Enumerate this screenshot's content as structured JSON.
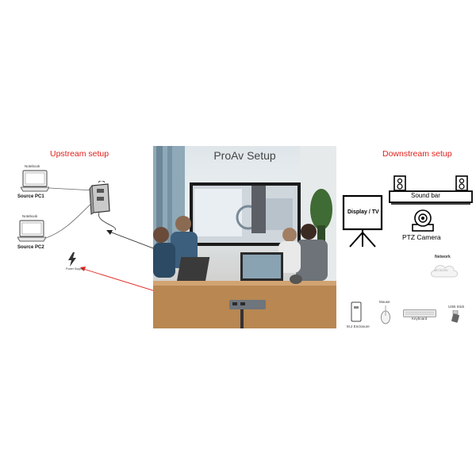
{
  "sections": {
    "upstream": "Upstream setup",
    "center": "ProAv Setup",
    "downstream": "Downstream setup"
  },
  "upstream": {
    "pc1_caption": "Notebook",
    "pc1_label": "Source PC1",
    "pc2_caption": "Notebook",
    "pc2_label": "Source PC2",
    "power_caption": "Power Supply"
  },
  "downstream": {
    "display": "Display / TV",
    "soundbar": "Sound bar",
    "camera": "PTZ Camera",
    "network": "Network",
    "network_cloud": "NETWORK",
    "m2": "M.2 Enclosure",
    "mouse": "Mouse",
    "keyboard": "Keyboard",
    "usb": "USB Stick"
  },
  "colors": {
    "accent_red": "#e0201b",
    "line_gray": "#555555"
  }
}
